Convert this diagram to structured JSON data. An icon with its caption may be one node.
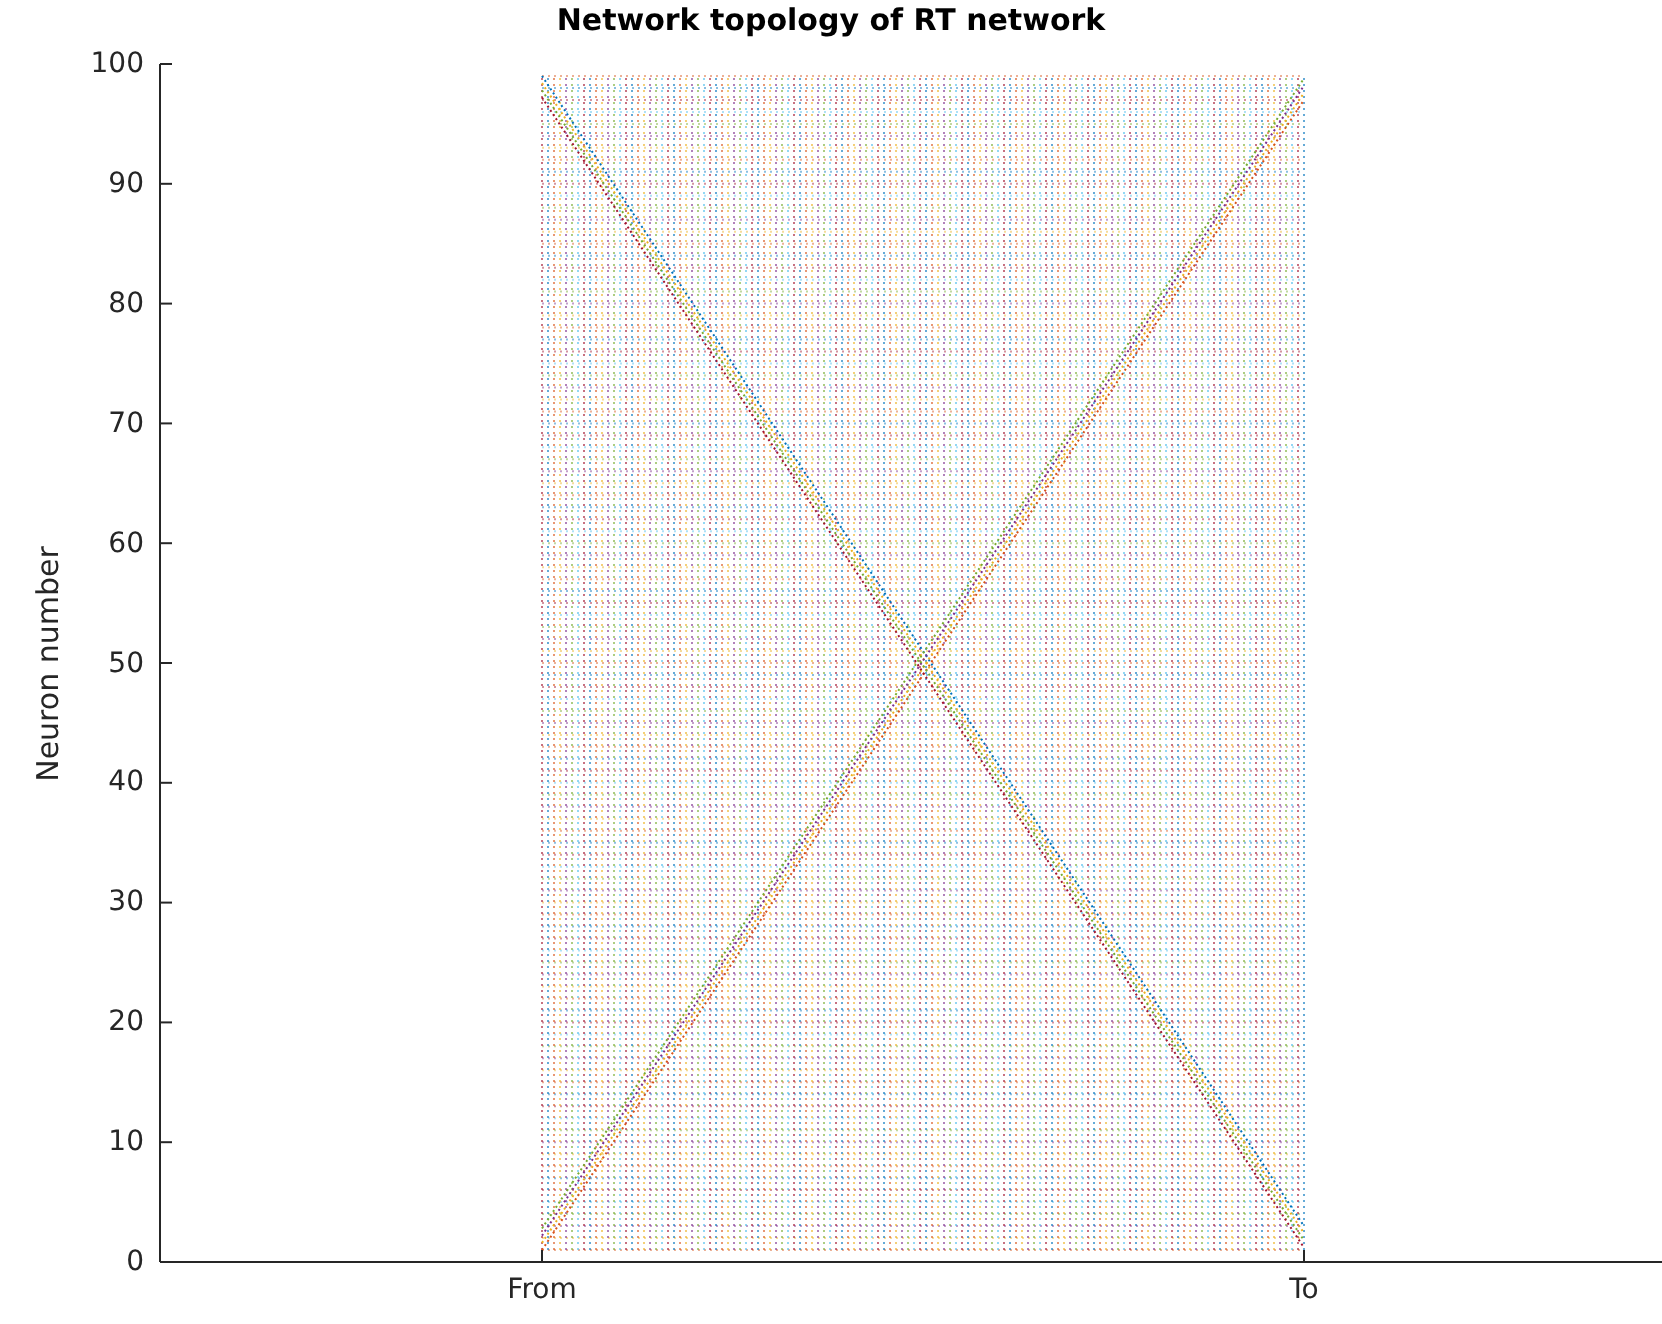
{
  "diagram": {
    "title": "Network topology of RT network",
    "labels": [
      "0",
      "10",
      "20",
      "30",
      "40",
      "50",
      "60",
      "70",
      "80",
      "90",
      "100",
      "From",
      "To",
      "Neuron number"
    ]
  }
}
